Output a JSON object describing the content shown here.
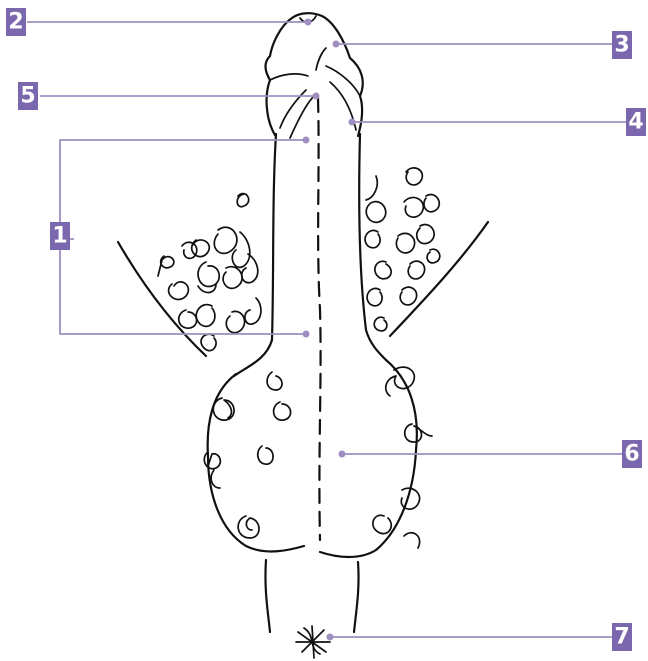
{
  "labels": [
    {
      "id": "label-1",
      "text": "1"
    },
    {
      "id": "label-2",
      "text": "2"
    },
    {
      "id": "label-3",
      "text": "3"
    },
    {
      "id": "label-4",
      "text": "4"
    },
    {
      "id": "label-5",
      "text": "5"
    },
    {
      "id": "label-6",
      "text": "6"
    },
    {
      "id": "label-7",
      "text": "7"
    }
  ],
  "colors": {
    "badge": "#7b67ad",
    "leader_line": "#9e8fc0",
    "ink": "#111111",
    "background": "#ffffff"
  }
}
